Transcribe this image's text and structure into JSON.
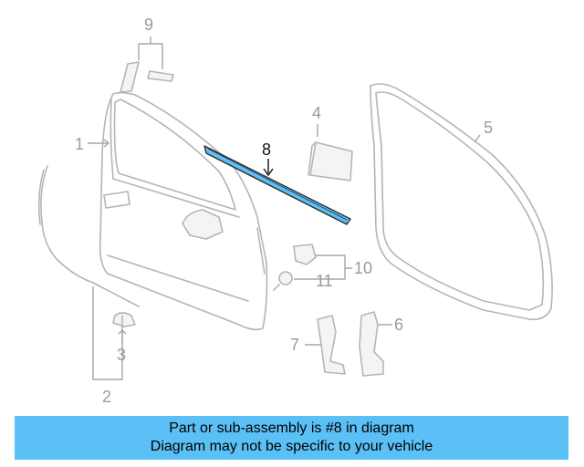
{
  "callouts": {
    "c1": "1",
    "c2": "2",
    "c3": "3",
    "c4": "4",
    "c5": "5",
    "c6": "6",
    "c7": "7",
    "c8": "8",
    "c9": "9",
    "c10": "10",
    "c11": "11"
  },
  "highlighted_part": "8",
  "banner": {
    "line1": "Part or sub-assembly is #8 in diagram",
    "line2": "Diagram may not be specific to your vehicle"
  },
  "colors": {
    "banner_bg": "#5bc0f5",
    "highlight": "#5bc0f5",
    "linework": "#b5b5b5"
  }
}
